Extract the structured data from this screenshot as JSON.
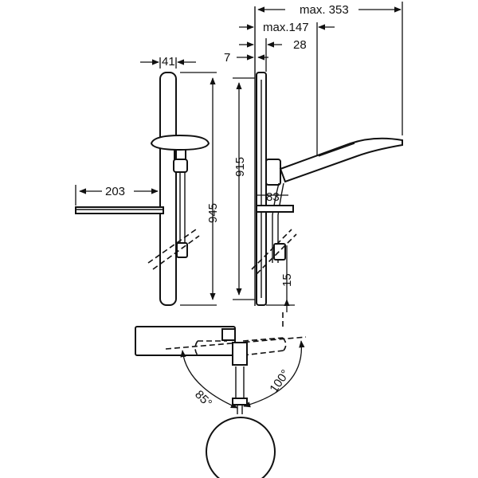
{
  "diagram": {
    "dimensions": {
      "max_reach": "max. 353",
      "max_hand_shower": "max.147",
      "wall_offset": "7",
      "rail_depth": "28",
      "rail_width": "41",
      "rail_length": "945",
      "slider_travel": "915",
      "shelf_length": "203",
      "bracket_height": "83",
      "bottom_gap": "15"
    },
    "angles": {
      "left": "85°",
      "right": "100°"
    }
  }
}
